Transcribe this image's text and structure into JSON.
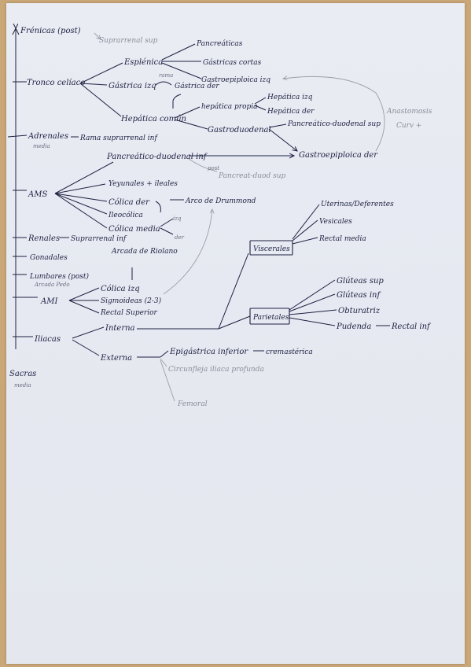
{
  "labels": {
    "frenicas": "Frénicas (post)",
    "suprarrenal_sup": "Suprarrenal sup",
    "tronco_celiaco": "Tronco celíaco",
    "esplenica": "Esplénica",
    "pancreaticas": "Pancreáticas",
    "gastricas_cortas": "Gástricas cortas",
    "gastroepiploica_izq": "Gastroepiploica izq",
    "gastrica_izq": "Gástrica izq",
    "gastrica_der": "Gástrica der",
    "hepatica_comun": "Hepática común",
    "hepatica_propia": "hepática propia",
    "hepatica_izq": "Hepática izq",
    "hepatica_der": "Hepática der",
    "gastroduodenal": "Gastroduodenal",
    "pancreatico_duodenal_sup": "Pancreático-duodenal sup",
    "gastroepiploica_der": "Gastroepiploica der",
    "anastomosis": "Anastomosis",
    "curv": "Curv +",
    "adrenales": "Adrenales",
    "adrenales_sub": "media",
    "rama_suprarrenal_inf": "Rama suprarrenal inf",
    "pancreatico_duodenal_inf": "Pancreático-duodenal inf",
    "post": "post",
    "pancreatico_duod_sup2": "Pancreat-duod sup",
    "ams": "AMS",
    "yeyunales_ileales": "Yeyunales + ileales",
    "colica_der": "Cólica der",
    "arco_drummond": "Arco de Drummond",
    "ileocolica": "Ileocólica",
    "colica_media": "Cólica media",
    "izq": "izq",
    "der": "der",
    "renales": "Renales",
    "suprarrenal_inf": "Suprarrenal inf",
    "gonadales": "Gonadales",
    "arcada_riolano": "Arcada de Riolano",
    "lumbares": "Lumbares (post)",
    "lumbares_sub": "Arcada Pedo",
    "ami": "AMI",
    "colica_izq": "Cólica izq",
    "sigmoideas": "Sigmoideas (2-3)",
    "rectal_superior": "Rectal Superior",
    "viscerales": "Viscerales",
    "uterinas_deferentes": "Uterinas/Deferentes",
    "vesicales": "Vesicales",
    "rectal_media": "Rectal media",
    "parietales": "Parietales",
    "gluteas_sup": "Glúteas sup",
    "gluteas_inf": "Glúteas inf",
    "obturatriz": "Obturatriz",
    "pudenda": "Pudenda",
    "rectal_inf": "Rectal inf",
    "iliacas": "Iliacas",
    "interna": "Interna",
    "externa": "Externa",
    "epigastrica_inferior": "Epigástrica inferior",
    "cremasterica": "cremastérica",
    "circunfleja_iliaca": "Circunfleja iliaca profunda",
    "femoral": "Femoral",
    "sacras": "Sacras",
    "sacras_sub": "media",
    "gastrica_note": "rama"
  },
  "colors": {
    "ink": "#1d2142",
    "pencil": "#8a8d98",
    "paper": "#e7eaf1",
    "background": "#c9a777"
  }
}
